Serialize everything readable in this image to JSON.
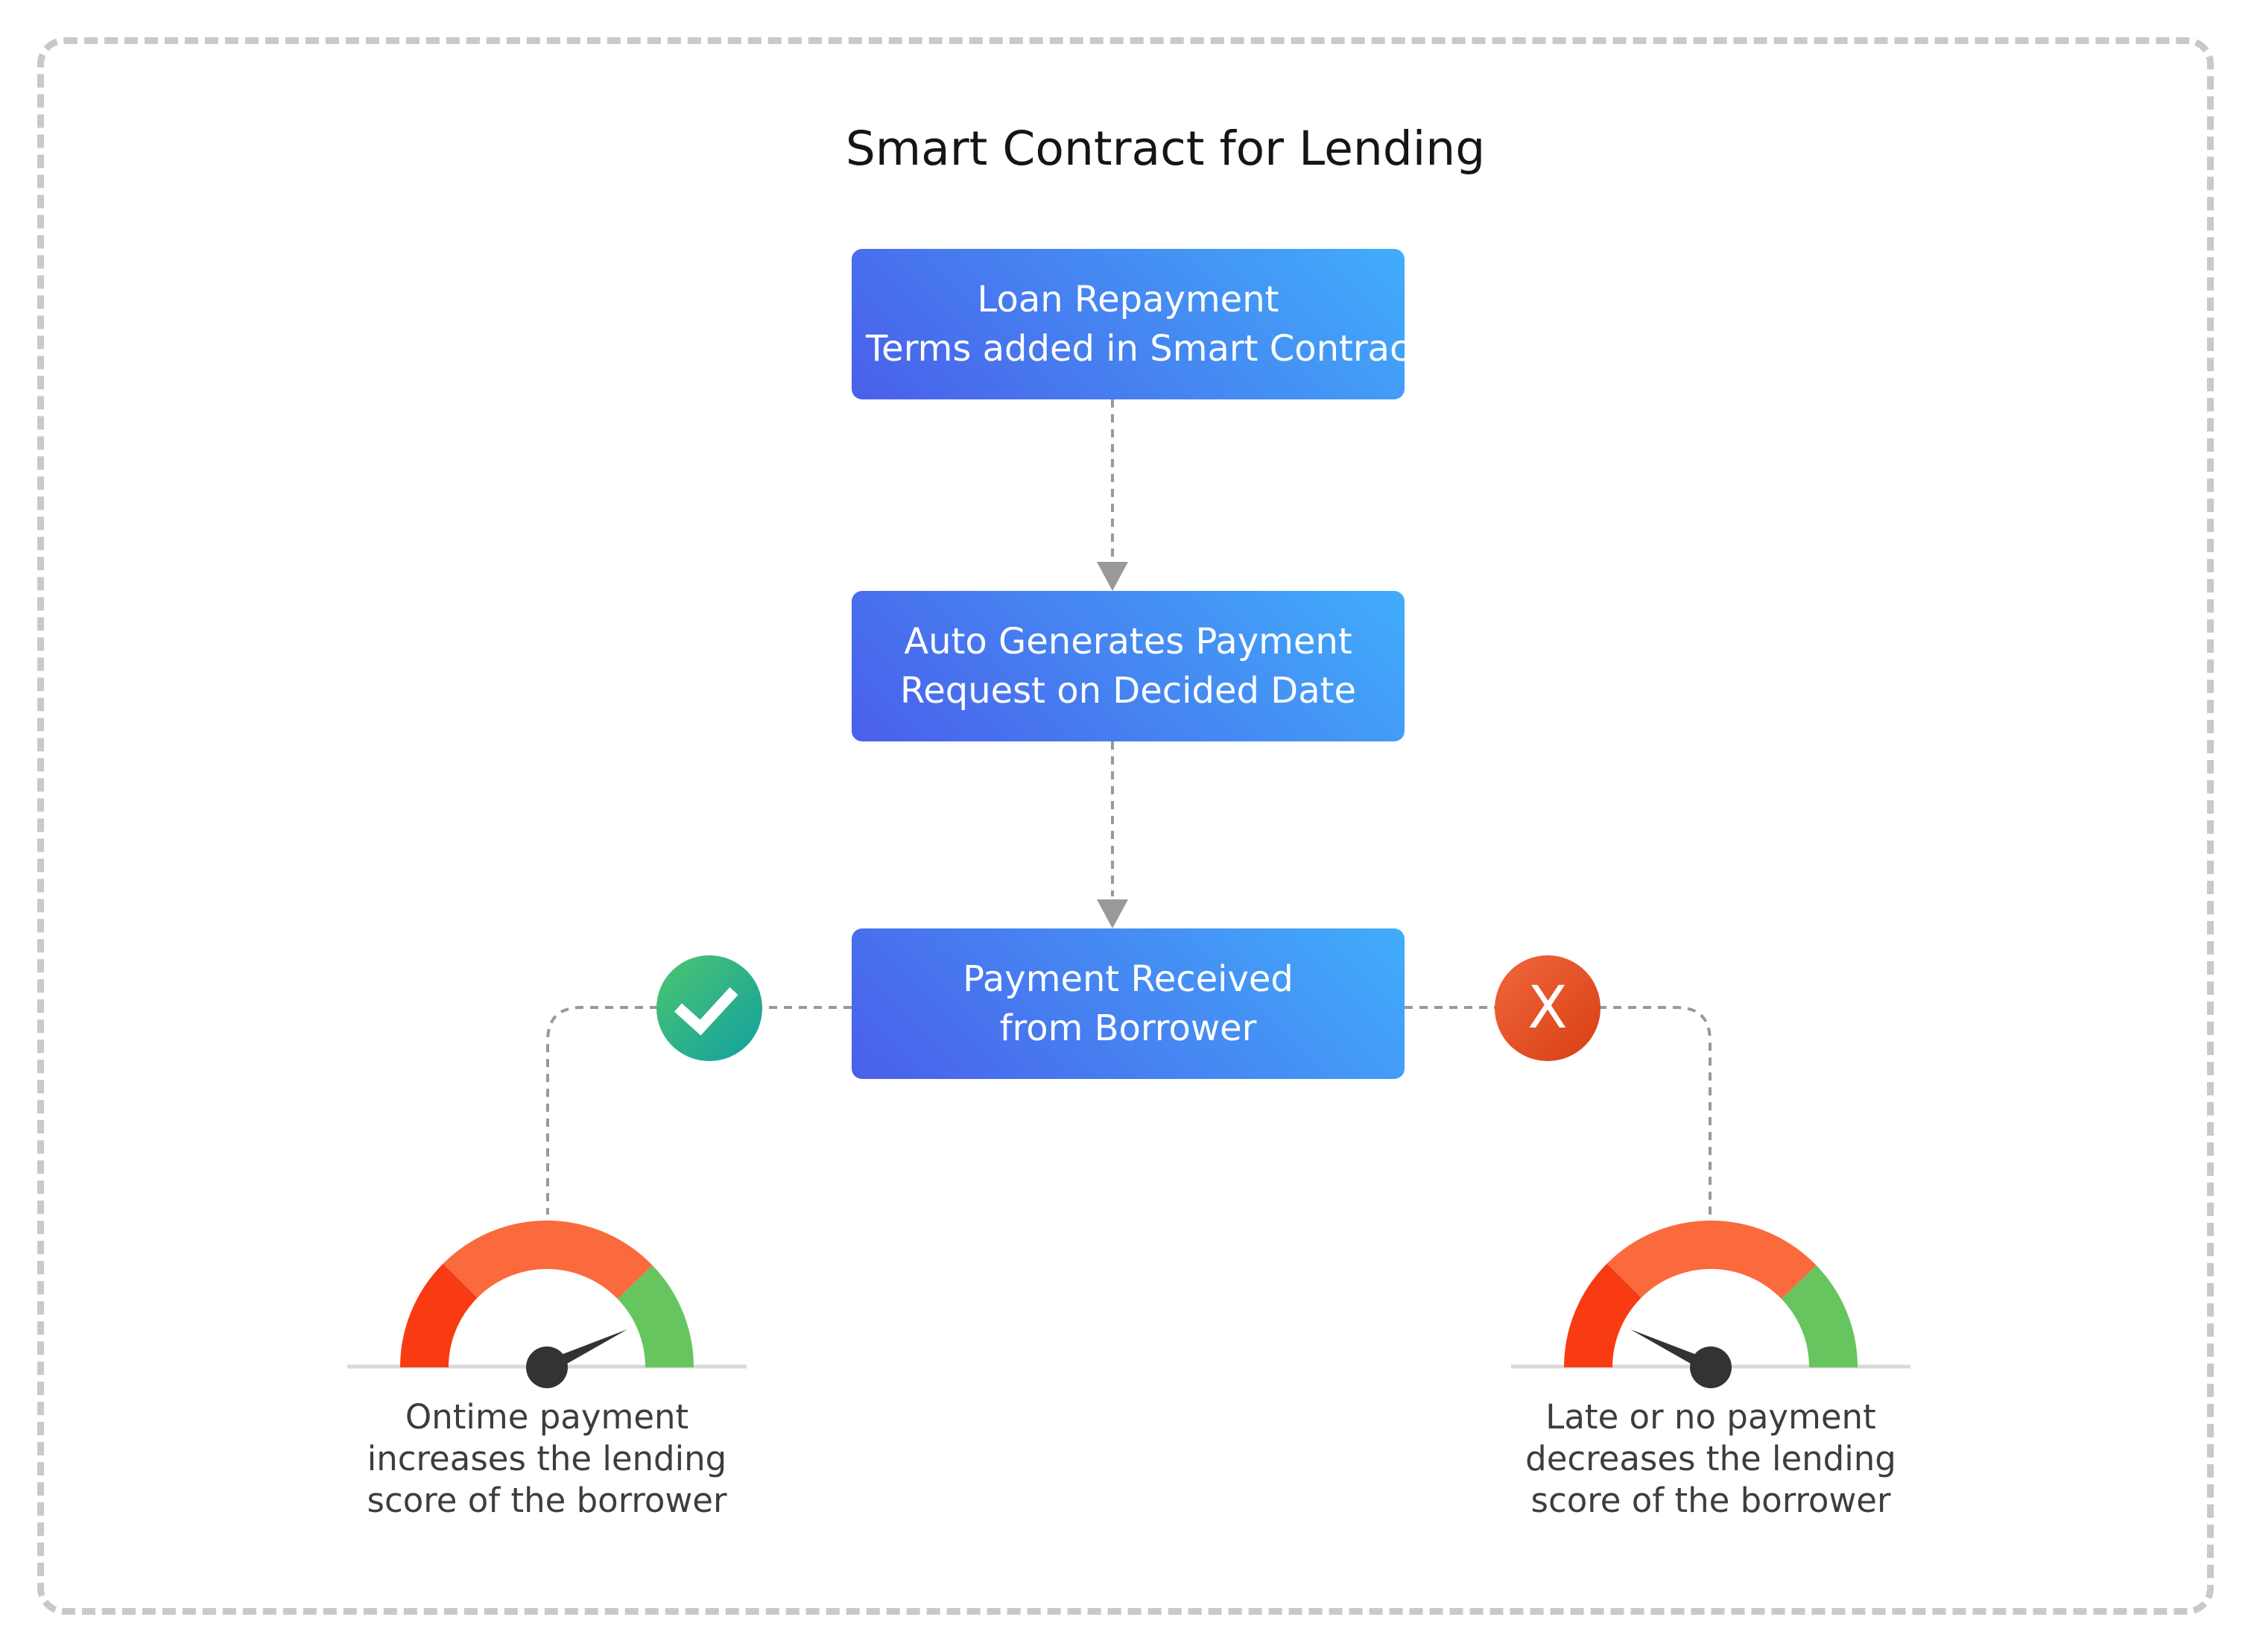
{
  "title": "Smart Contract for Lending",
  "flow": {
    "node1": {
      "line1": "Loan Repayment",
      "line2": "Terms added in Smart Contract"
    },
    "node2": {
      "line1": "Auto Generates Payment",
      "line2": "Request on Decided Date"
    },
    "node3": {
      "line1": "Payment Received",
      "line2": "from Borrower"
    }
  },
  "outcomes": {
    "positive": {
      "icon": "check-icon",
      "gauge_needle_points_to": "green",
      "caption_lines": [
        "Ontime payment",
        "increases the lending",
        "score of the borrower"
      ]
    },
    "negative": {
      "icon": "x-icon",
      "glyph": "X",
      "gauge_needle_points_to": "red",
      "caption_lines": [
        "Late or no payment",
        "decreases the lending",
        "score of the borrower"
      ]
    }
  },
  "colors": {
    "title-color": "#151515",
    "border-color": "#c9c9c9",
    "connector-color": "#999999",
    "box-grad-start": "#4a5fea",
    "box-grad-end": "#41adfa",
    "box-text": "#ffffff",
    "check-grad-start": "#4dc56e",
    "check-grad-end": "#11a0a1",
    "cross-grad-start": "#f1663d",
    "cross-grad-end": "#d74012",
    "gauge-red": "#f83b12",
    "gauge-orange": "#fa6a3d",
    "gauge-green": "#66c55f",
    "needle-color": "#333333",
    "baseline-color": "#d9d9d9",
    "caption-color": "#3d3d3d"
  }
}
